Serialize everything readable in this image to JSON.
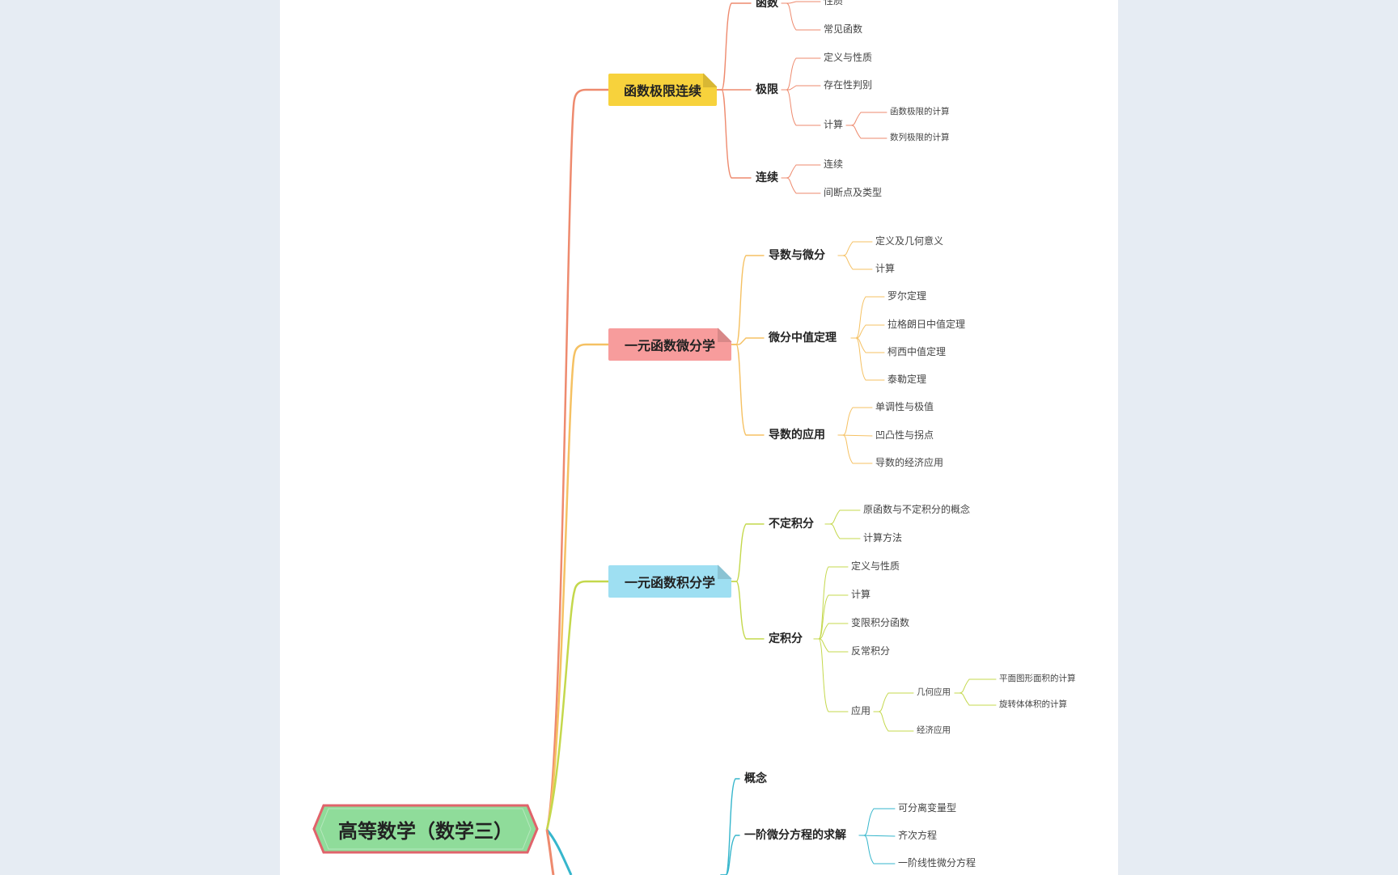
{
  "root": {
    "label": "高等数学（数学三）"
  },
  "colors": {
    "background": "#e6ecf3",
    "root_fill": "#8fdc9a",
    "root_border": "#e0636b",
    "branch1": "#f7d23c",
    "branch2": "#f79c9c",
    "branch3": "#9edff2",
    "line1": "#ee8a6e",
    "line2": "#f5c163",
    "line3": "#c4d84c",
    "line4": "#36b6cc"
  },
  "branches": [
    {
      "label": "函数极限连续",
      "children": [
        {
          "label": "函数",
          "children": [
            {
              "label": "性质"
            },
            {
              "label": "常见函数"
            }
          ]
        },
        {
          "label": "极限",
          "children": [
            {
              "label": "定义与性质"
            },
            {
              "label": "存在性判别"
            },
            {
              "label": "计算",
              "children": [
                {
                  "label": "函数极限的计算"
                },
                {
                  "label": "数列极限的计算"
                }
              ]
            }
          ]
        },
        {
          "label": "连续",
          "children": [
            {
              "label": "连续"
            },
            {
              "label": "间断点及类型"
            }
          ]
        }
      ]
    },
    {
      "label": "一元函数微分学",
      "children": [
        {
          "label": "导数与微分",
          "children": [
            {
              "label": "定义及几何意义"
            },
            {
              "label": "计算"
            }
          ]
        },
        {
          "label": "微分中值定理",
          "children": [
            {
              "label": "罗尔定理"
            },
            {
              "label": "拉格朗日中值定理"
            },
            {
              "label": "柯西中值定理"
            },
            {
              "label": "泰勒定理"
            }
          ]
        },
        {
          "label": "导数的应用",
          "children": [
            {
              "label": "单调性与极值"
            },
            {
              "label": "凹凸性与拐点"
            },
            {
              "label": "导数的经济应用"
            }
          ]
        }
      ]
    },
    {
      "label": "一元函数积分学",
      "children": [
        {
          "label": "不定积分",
          "children": [
            {
              "label": "原函数与不定积分的概念"
            },
            {
              "label": "计算方法"
            }
          ]
        },
        {
          "label": "定积分",
          "children": [
            {
              "label": "定义与性质"
            },
            {
              "label": "计算"
            },
            {
              "label": "变限积分函数"
            },
            {
              "label": "反常积分"
            },
            {
              "label": "应用",
              "children": [
                {
                  "label": "几何应用",
                  "children": [
                    {
                      "label": "平面图形面积的计算"
                    },
                    {
                      "label": "旋转体体积的计算"
                    }
                  ]
                },
                {
                  "label": "经济应用"
                }
              ]
            }
          ]
        }
      ]
    },
    {
      "label": "",
      "children": [
        {
          "label": "概念"
        },
        {
          "label": "一阶微分方程的求解",
          "children": [
            {
              "label": "可分离变量型"
            },
            {
              "label": "齐次方程"
            },
            {
              "label": "一阶线性微分方程"
            }
          ]
        }
      ]
    }
  ]
}
